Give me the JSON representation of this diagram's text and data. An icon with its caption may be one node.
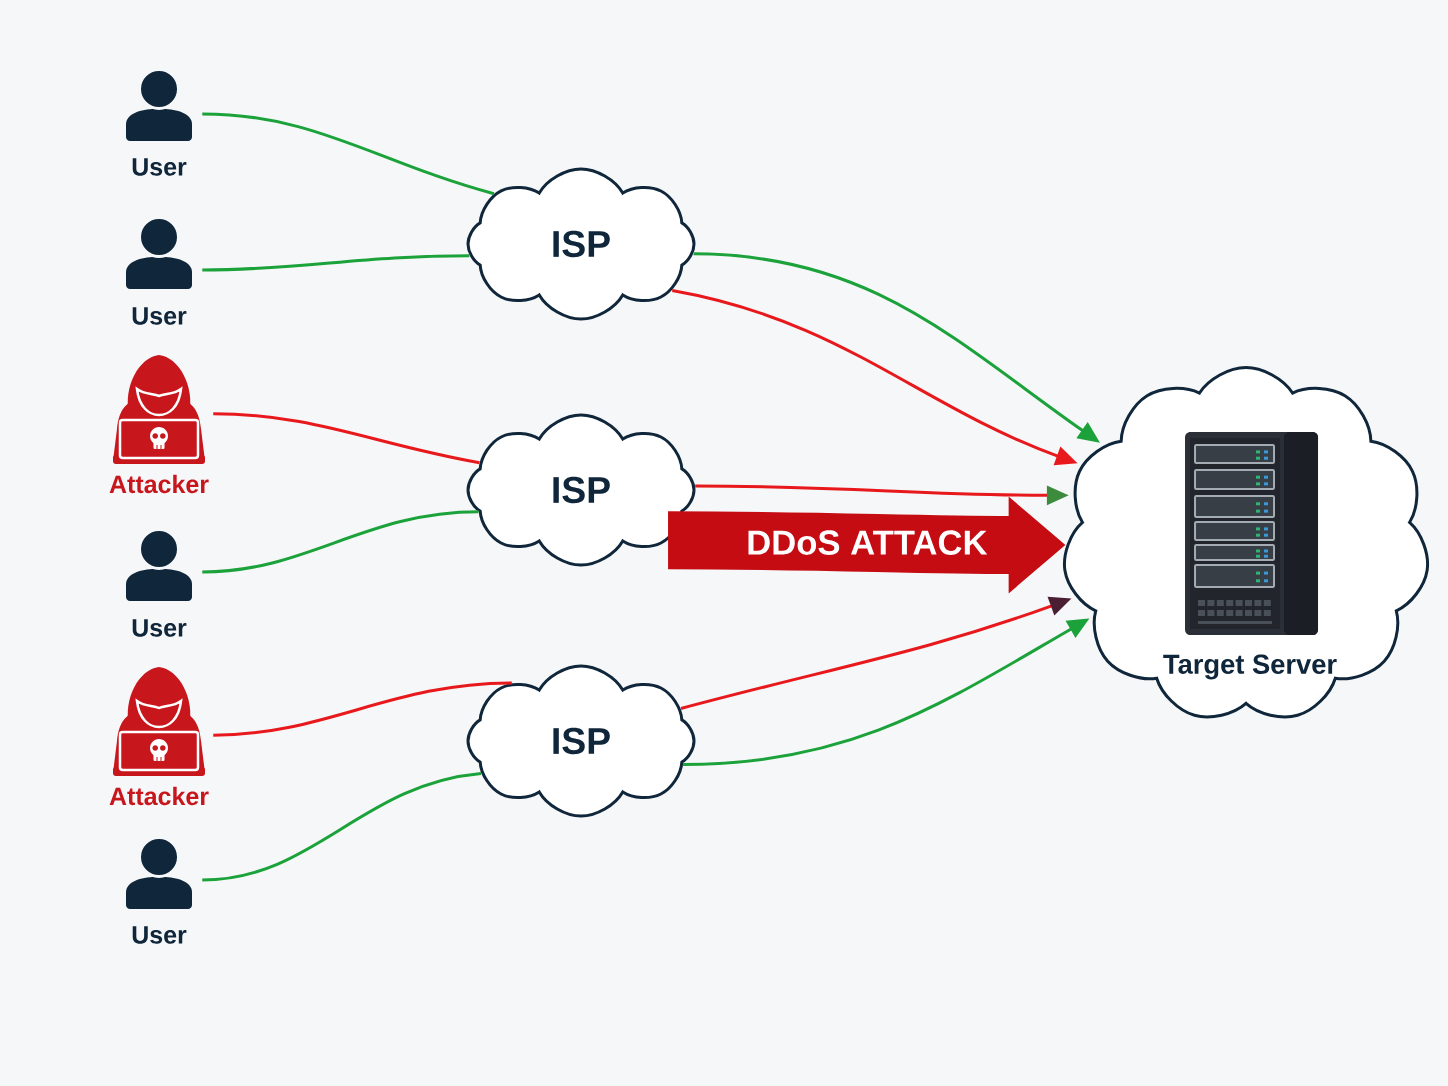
{
  "diagram": {
    "nodes": [
      {
        "text": [
          "User"
        ]
      },
      {
        "text": [
          "User"
        ]
      },
      {
        "text": [
          "Attacker"
        ]
      },
      {
        "text": [
          "User"
        ]
      },
      {
        "text": [
          "Attacker"
        ]
      },
      {
        "text": [
          "User"
        ]
      },
      {
        "text": [
          "ISP"
        ]
      },
      {
        "text": [
          "ISP"
        ]
      },
      {
        "text": [
          "ISP"
        ]
      },
      {
        "text": [
          "Target Server"
        ]
      }
    ],
    "edges": [
      {
        "from": 0,
        "to": 6,
        "arrow": "none"
      },
      {
        "from": 1,
        "to": 6,
        "arrow": "none"
      },
      {
        "from": 2,
        "to": 7,
        "arrow": "none",
        "color": "#e8191c"
      },
      {
        "from": 3,
        "to": 7,
        "arrow": "none"
      },
      {
        "from": 4,
        "to": 8,
        "arrow": "none",
        "color": "#e8191c"
      },
      {
        "from": 5,
        "to": 8,
        "arrow": "none"
      },
      {
        "from": 6,
        "to": 9,
        "arrow": "to"
      },
      {
        "from": 6,
        "to": 9,
        "arrow": "to",
        "color": "#e8191c"
      },
      {
        "from": 7,
        "to": 9,
        "arrow": "to",
        "color": "#e8191c"
      },
      {
        "from": 7,
        "to": 9,
        "arrow": "to",
        "label": "DDoS ATTACK",
        "style": "thick",
        "color": "#c40c12"
      },
      {
        "from": 8,
        "to": 9,
        "arrow": "to",
        "color": "#e8191c"
      },
      {
        "from": 8,
        "to": 9,
        "arrow": "to"
      }
    ]
  }
}
